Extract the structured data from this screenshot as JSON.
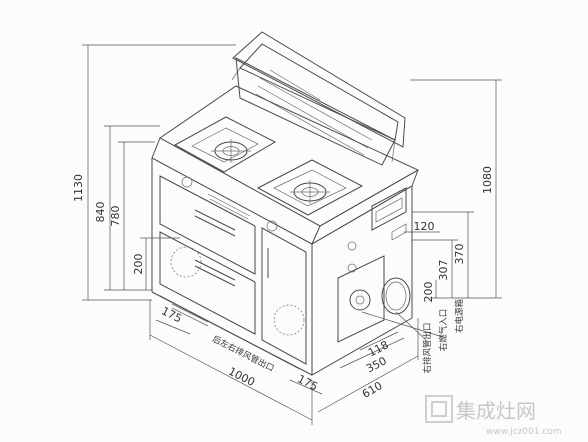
{
  "dimensions": {
    "total_height": "1130",
    "rear_height": "1080",
    "counter_height": "840",
    "body_height": "780",
    "outlet_height_left": "200",
    "outlet_offset_left": "175",
    "width": "1000",
    "outlet_offset_right": "175",
    "depth": "610",
    "side_120": "120",
    "side_370": "370",
    "side_307": "307",
    "side_200": "200",
    "side_118": "118",
    "side_350": "350"
  },
  "labels": {
    "rear_left_right_outlet": "后左右排风管出口",
    "right_outlet": "右排风管出口",
    "right_gas_inlet": "右燃气入口",
    "right_power": "右电源箱"
  },
  "watermark": {
    "brand": "集成灶网",
    "url": "www.jcz001.com"
  }
}
